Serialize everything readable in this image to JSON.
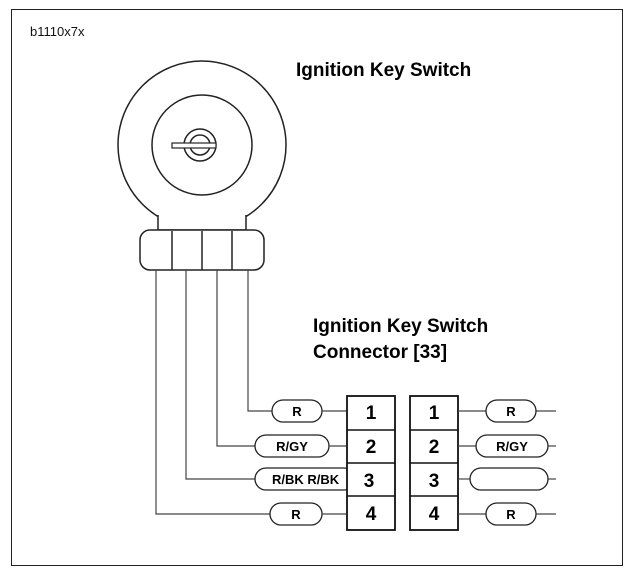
{
  "figure_id": "b1110x7x",
  "title": "Ignition Key Switch",
  "connector": {
    "title_line1": "Ignition Key Switch",
    "title_line2": "Connector [33]",
    "pins_left": [
      "1",
      "2",
      "3",
      "4"
    ],
    "pins_right": [
      "1",
      "2",
      "3",
      "4"
    ],
    "wires_left": [
      "R",
      "R/GY",
      "R/BK R/BK",
      "R"
    ],
    "wires_right": [
      "R",
      "R/GY",
      "",
      "R"
    ]
  }
}
